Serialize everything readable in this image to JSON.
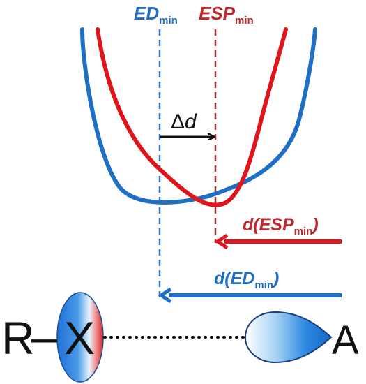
{
  "labels": {
    "ed_min_main": "ED",
    "ed_min_sub": "min",
    "esp_min_main": "ESP",
    "esp_min_sub": "min",
    "delta": "Δ",
    "delta_var": "d",
    "d_esp_prefix": "d(",
    "d_esp_main": "ESP",
    "d_esp_sub": "min",
    "d_esp_suffix": ")",
    "d_ed_prefix": "d(",
    "d_ed_main": "ED",
    "d_ed_sub": "min",
    "d_ed_suffix": ")",
    "r": "R",
    "dash": "–",
    "x": "X",
    "a": "A"
  },
  "colors": {
    "blue": "#1f6fc4",
    "red": "#e0151c",
    "dark_red": "#b0302e",
    "black": "#111111"
  },
  "curves": {
    "ed_min_curve": "electron density (blue)",
    "esp_min_curve": "electrostatic potential (red)"
  }
}
